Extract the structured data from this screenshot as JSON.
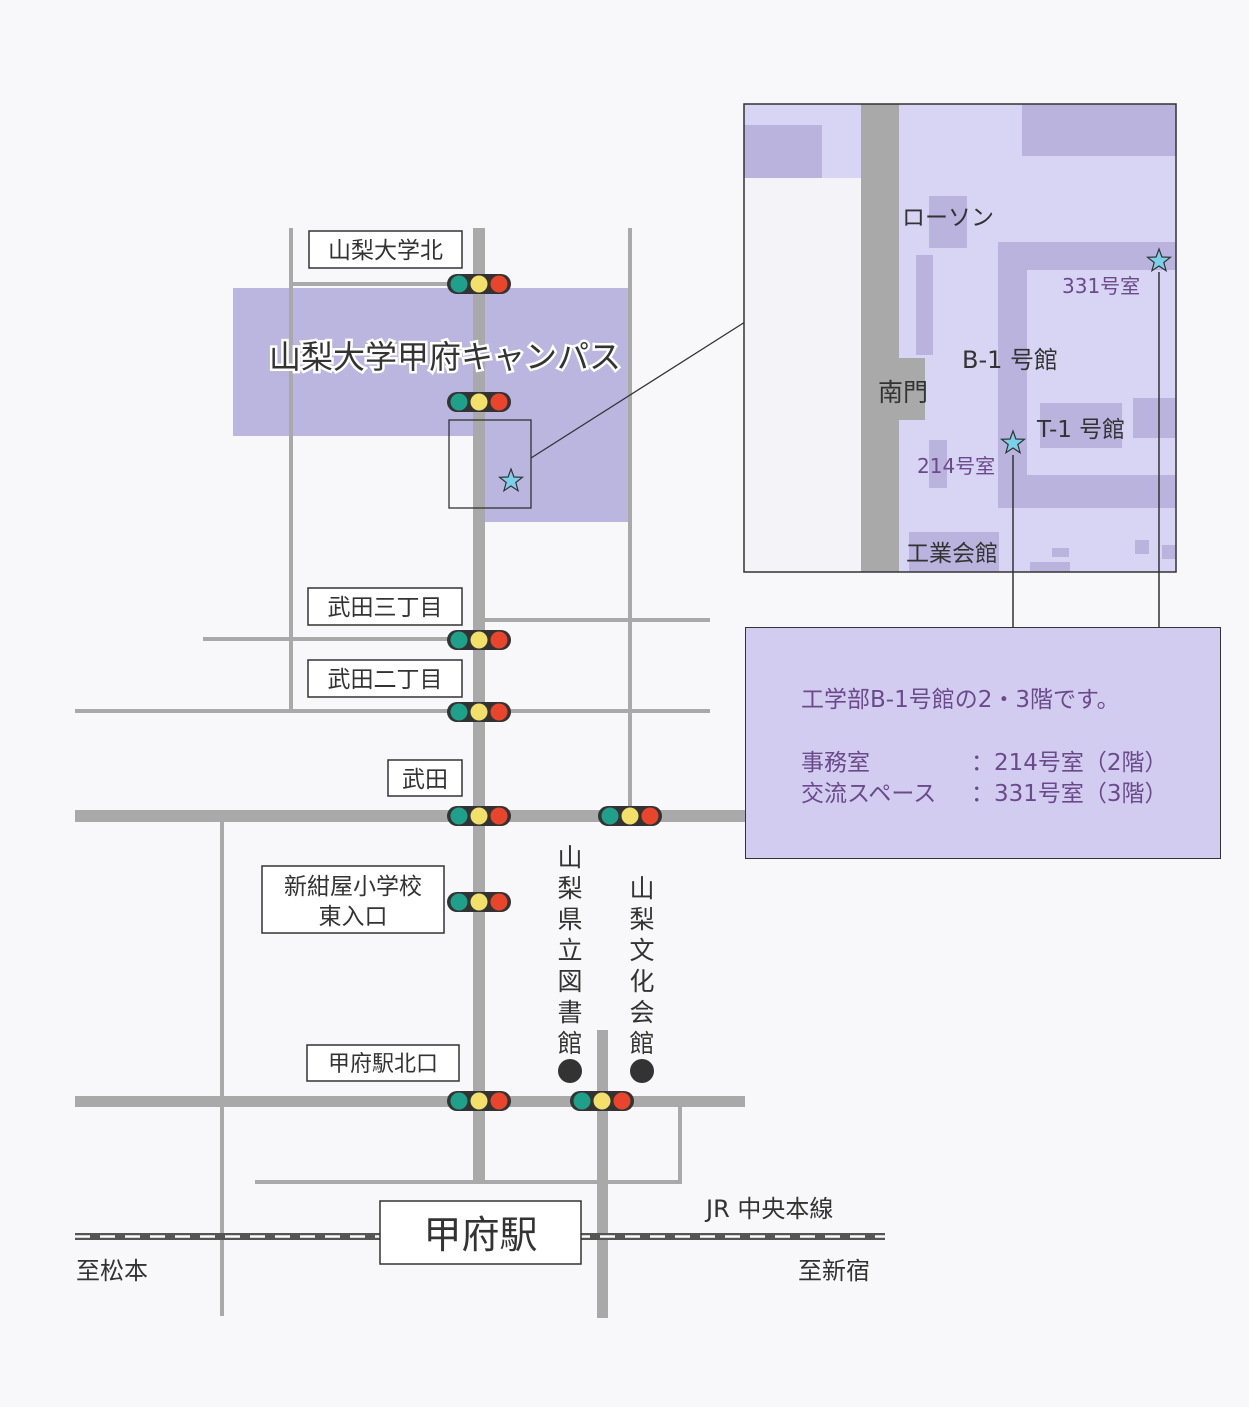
{
  "campus_name": "山梨大学甲府キャンパス",
  "stop_labels": {
    "yamanashi_univ_north": "山梨大学北",
    "takeda_3": "武田三丁目",
    "takeda_2": "武田二丁目",
    "takeda": "武田",
    "shinkonya_line1": "新紺屋小学校",
    "shinkonya_line2": "東入口",
    "kofu_north_exit": "甲府駅北口"
  },
  "station": "甲府駅",
  "rail": {
    "line_name": "JR 中央本線",
    "to_west": "至松本",
    "to_east": "至新宿"
  },
  "landmarks": {
    "library": "山梨県立図書館",
    "culture_hall": "山梨文化会館"
  },
  "inset": {
    "lawson": "ローソン",
    "room_331": "331号室",
    "building_b1": "B-1 号館",
    "south_gate": "南門",
    "building_t1": "T-1 号館",
    "room_214": "214号室",
    "industry_hall": "工業会館"
  },
  "info": {
    "line1": "工学部B-1号館の2・3階です。",
    "office_key": "事務室",
    "office_value": "：214号室（2階）",
    "space_key": "交流スペース",
    "space_value": "：331号室（3階）"
  },
  "colors": {
    "campus": "#bbb6e0",
    "inset_bg": "#d8d4f4",
    "road": "#a9a9a9",
    "signal_green": "#1fa08a",
    "signal_yellow": "#f2e06a",
    "signal_red": "#e8452c",
    "star": "#7ccfe8",
    "text_purple": "#6a4a8a"
  }
}
